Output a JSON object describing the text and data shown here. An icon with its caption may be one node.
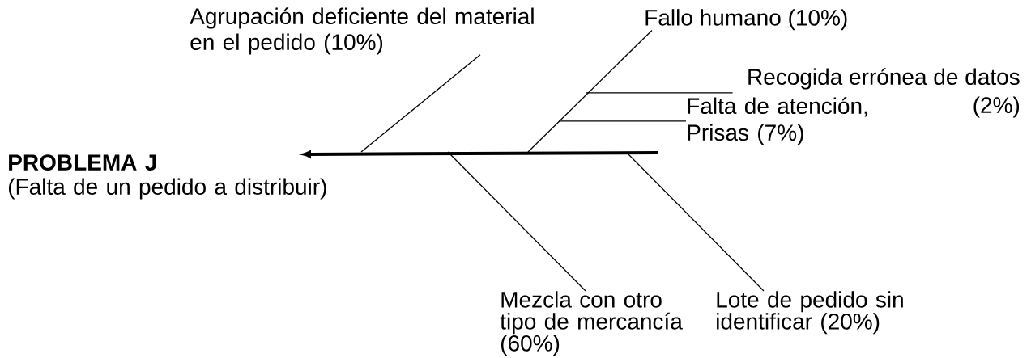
{
  "diagram": {
    "nodes": [
      {
        "text": [
          "Agrupación deficiente del material en el pedido (10%)"
        ]
      },
      {
        "text": [
          "Fallo humano (10%)"
        ]
      },
      {
        "text": [
          "Recogida errónea de datos (2%)"
        ]
      },
      {
        "text": [
          "Falta de atención, Prisas (7%)"
        ]
      },
      {
        "text": [
          "PROBLEMA J",
          "(Falta de un pedido a distribuir)"
        ]
      },
      {
        "text": [
          "Mezcla con otro tipo de mercancía (60%)"
        ]
      },
      {
        "text": [
          "Lote de pedido sin identificar (20%)"
        ]
      }
    ],
    "edges": [
      {
        "from": null,
        "to": 4,
        "arrow": "to",
        "style": "thick"
      },
      {
        "from": 0,
        "to": null,
        "arrow": "none"
      },
      {
        "from": 1,
        "to": null,
        "arrow": "none"
      },
      {
        "from": 2,
        "to": null,
        "arrow": "none"
      },
      {
        "from": 3,
        "to": null,
        "arrow": "none"
      },
      {
        "from": 5,
        "to": null,
        "arrow": "none"
      },
      {
        "from": 6,
        "to": null,
        "arrow": "none"
      }
    ]
  }
}
